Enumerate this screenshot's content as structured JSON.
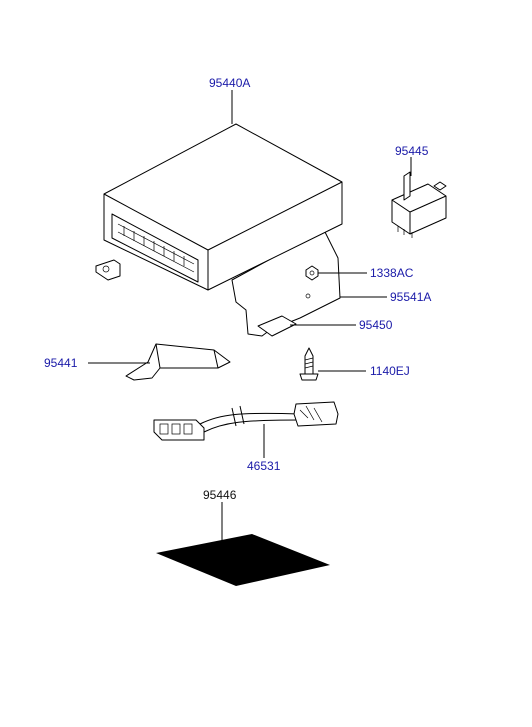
{
  "parts": {
    "p95440A": "95440A",
    "p95445": "95445",
    "p1338AC": "1338AC",
    "p95541A": "95541A",
    "p95450": "95450",
    "p95441": "95441",
    "p1140EJ": "1140EJ",
    "p46531": "46531",
    "p95446": "95446"
  }
}
